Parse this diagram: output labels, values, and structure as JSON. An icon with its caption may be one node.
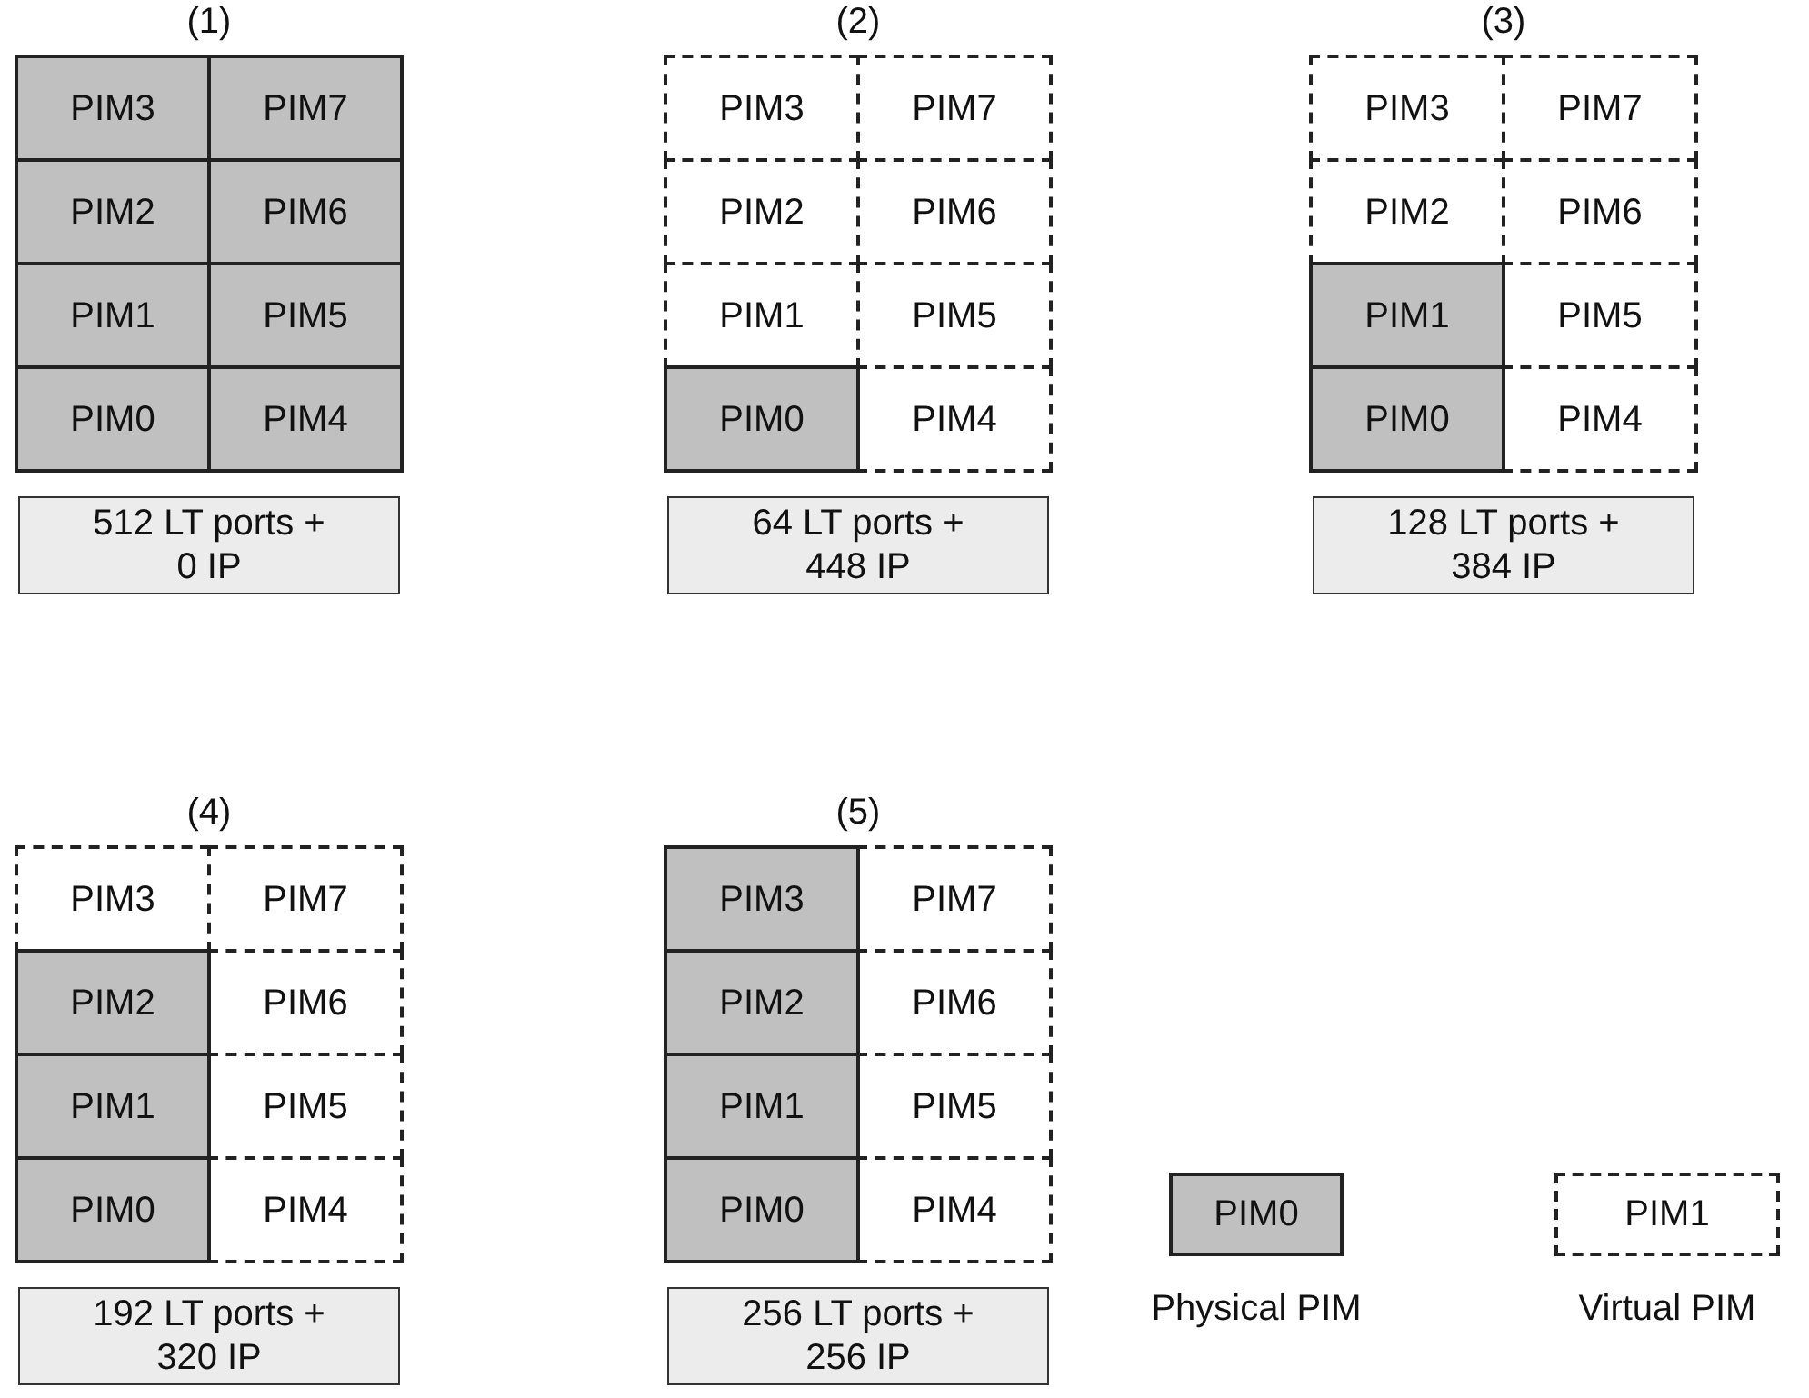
{
  "diagram": {
    "nodes": [
      {
        "text": [
          "PIM3"
        ]
      },
      {
        "text": [
          "PIM7"
        ]
      },
      {
        "text": [
          "PIM2"
        ]
      },
      {
        "text": [
          "PIM6"
        ]
      },
      {
        "text": [
          "PIM1"
        ]
      },
      {
        "text": [
          "PIM5"
        ]
      },
      {
        "text": [
          "PIM0"
        ]
      },
      {
        "text": [
          "PIM4"
        ]
      },
      {
        "text": [
          "512 LT ports + 0 IP"
        ]
      },
      {
        "text": [
          "PIM3"
        ]
      },
      {
        "text": [
          "PIM7"
        ]
      },
      {
        "text": [
          "PIM2"
        ]
      },
      {
        "text": [
          "PIM6"
        ]
      },
      {
        "text": [
          "PIM1"
        ]
      },
      {
        "text": [
          "PIM5"
        ]
      },
      {
        "text": [
          "PIM0"
        ]
      },
      {
        "text": [
          "PIM4"
        ]
      },
      {
        "text": [
          "64 LT ports + 448 IP"
        ]
      },
      {
        "text": [
          "PIM3"
        ]
      },
      {
        "text": [
          "PIM7"
        ]
      },
      {
        "text": [
          "PIM2"
        ]
      },
      {
        "text": [
          "PIM6"
        ]
      },
      {
        "text": [
          "PIM1"
        ]
      },
      {
        "text": [
          "PIM5"
        ]
      },
      {
        "text": [
          "PIM0"
        ]
      },
      {
        "text": [
          "PIM4"
        ]
      },
      {
        "text": [
          "128 LT ports + 384 IP"
        ]
      },
      {
        "text": [
          "PIM3"
        ]
      },
      {
        "text": [
          "PIM7"
        ]
      },
      {
        "text": [
          "PIM2"
        ]
      },
      {
        "text": [
          "PIM6"
        ]
      },
      {
        "text": [
          "PIM1"
        ]
      },
      {
        "text": [
          "PIM5"
        ]
      },
      {
        "text": [
          "PIM0"
        ]
      },
      {
        "text": [
          "PIM4"
        ]
      },
      {
        "text": [
          "192 LT ports + 320 IP"
        ]
      },
      {
        "text": [
          "PIM3"
        ]
      },
      {
        "text": [
          "PIM7"
        ]
      },
      {
        "text": [
          "PIM2"
        ]
      },
      {
        "text": [
          "PIM6"
        ]
      },
      {
        "text": [
          "PIM1"
        ]
      },
      {
        "text": [
          "PIM5"
        ]
      },
      {
        "text": [
          "PIM0"
        ]
      },
      {
        "text": [
          "PIM4"
        ]
      },
      {
        "text": [
          "256 LT ports + 256 IP"
        ]
      },
      {
        "text": [
          "PIM0"
        ],
        "beside": [
          "Physical PIM"
        ]
      },
      {
        "text": [
          "PIM1"
        ],
        "beside": [
          "Virtual PIM"
        ]
      }
    ],
    "labels": [
      "(1)",
      "(2)",
      "(3)",
      "(4)",
      "(5)"
    ]
  }
}
